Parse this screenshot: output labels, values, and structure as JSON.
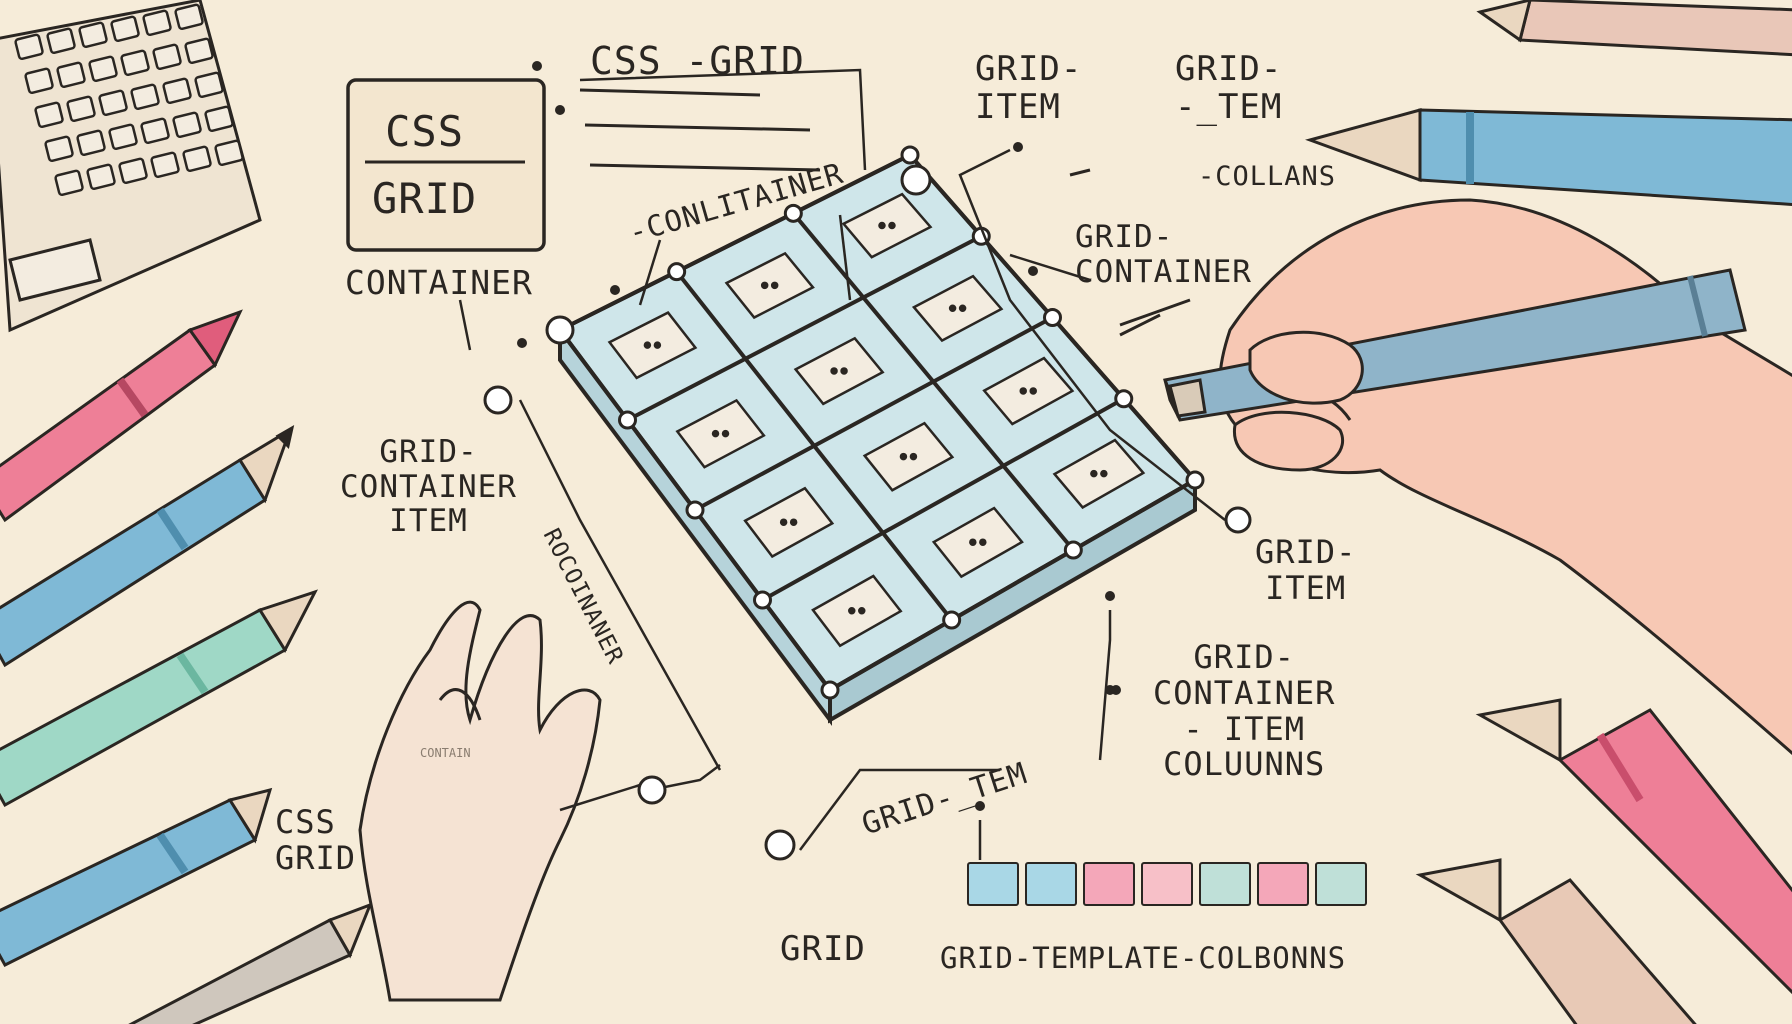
{
  "labels": {
    "css_grid_box": "CSS\nGRID",
    "css_grid_title": "CSS -GRID",
    "container_left": "CONTAINER",
    "container_top": "-CONLITAINER",
    "grid_item_top": "GRID-\nITEM",
    "grid_item_top_right": "GRID-\n-_TEM",
    "collans": "-COLLANS",
    "grid_container_right": "GRID-\nCONTAINER",
    "grid_container_item_left": "GRID-\nCONTAINER\nITEM",
    "rocoinaner": "ROCOINANER",
    "grid_item_right": "GRID-\nITEM",
    "grid_container_item_columns": "GRID-\nCONTAINER\n- ITEM\nCOLUUNNS",
    "grid_tem_bottom": "GRID-_TEM",
    "css_grid_bottom_left": "CSS\nGRID",
    "grid_bottom": "GRID",
    "grid_template": "GRID-TEMPLATE-COLBONNS",
    "hand_text": "CONTAIN"
  },
  "colors": {
    "paper": "#f6ecd9",
    "ink": "#2a2622",
    "pink": "#ee7f97",
    "blue": "#7fb9d6",
    "mint": "#9fd8c6",
    "skin": "#f7c8b4",
    "grid_cell": "#cfe6ea"
  },
  "swatches": [
    "#a9d7e6",
    "#a9d7e6",
    "#f4a7b9",
    "#f7c0c8",
    "#bfe0d8",
    "#f4a7b9",
    "#bfe0d8"
  ]
}
